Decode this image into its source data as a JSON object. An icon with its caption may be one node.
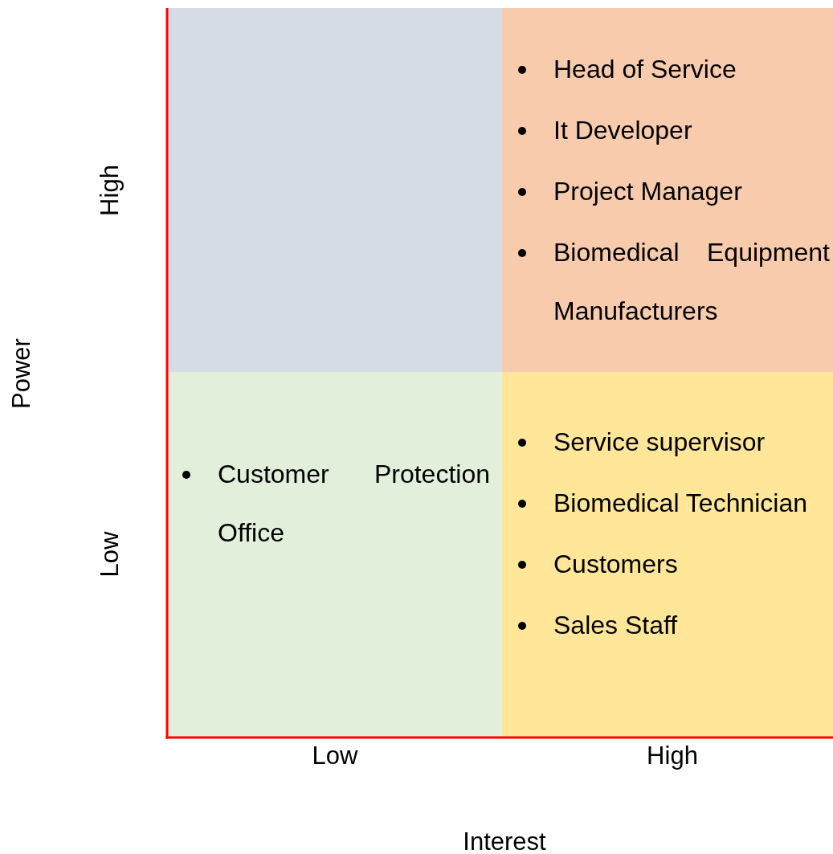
{
  "diagram": {
    "nodes": [
      {
        "text": [],
        "shape": "box"
      },
      {
        "text": [
          "Head of Service",
          "It Developer",
          "Project Manager",
          "Biomedical Equipment Manufacturers"
        ]
      },
      {
        "text": [
          "Customer Protection Office"
        ]
      },
      {
        "text": [
          "Service supervisor",
          "Biomedical Technician",
          "Customers",
          "Sales Staff"
        ]
      }
    ],
    "labels": [
      "High",
      "Power",
      "Low",
      "Low",
      "High",
      "Interest"
    ]
  }
}
